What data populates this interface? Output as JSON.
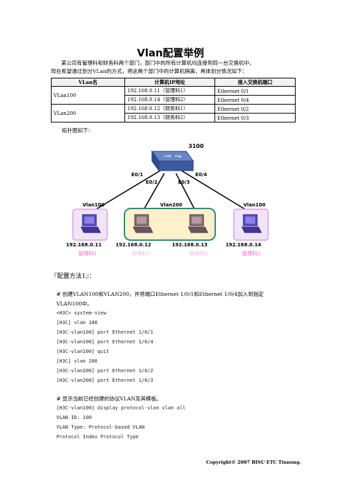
{
  "title": "Vlan配置举例",
  "intro": [
    "某公司有管理科和财务科两个部门，部门中的所有计算机均连接到同一台交换机中，",
    "现在希望通过划分VLan的方式，将这两个部门中的计算机隔离，具体划分情况如下："
  ],
  "table": {
    "headers": [
      "VLan名",
      "计算机IP地址",
      "接入交换机端口"
    ],
    "groups": [
      {
        "vlan": "VLan100",
        "rows": [
          {
            "ip": "192.168.0.11（管理科1）",
            "port": "Ethernet 0/1"
          },
          {
            "ip": "192.168.0.14（管理科2）",
            "port": "Ethernet 0/4"
          }
        ]
      },
      {
        "vlan": "VLan200",
        "rows": [
          {
            "ip": "192.168.0.12（财务科1）",
            "port": "Ethernet 0/2"
          },
          {
            "ip": "192.168.0.13（财务科2）",
            "port": "Ethernet 0/3"
          }
        ]
      }
    ]
  },
  "topology_label": "拓扑图如下：",
  "topology": {
    "switch_name": "3100",
    "ports": [
      "E0/1",
      "E0/2",
      "E0/3",
      "E0/4"
    ],
    "vlan_labels": [
      "Vlan100",
      "Vlan200",
      "Vlan100"
    ],
    "hosts": [
      {
        "ip": "192.168.0.11",
        "dept": "管理科1"
      },
      {
        "ip": "192.168.0.12",
        "dept": "财务科1"
      },
      {
        "ip": "192.168.0.13",
        "dept": "财务科2"
      },
      {
        "ip": "192.168.0.14",
        "dept": "管理科2"
      }
    ],
    "colors": {
      "mgmt_dept": "#ff66cc",
      "fin_dept": "#ffb0d8",
      "vlan200_border": "#2e8b7a",
      "vlan100_border": "#d8a0e8"
    }
  },
  "method_heading": "『配置方法1』：",
  "lines": [
    "# 创建VLAN100和VLAN200，并将端口Ethernet 1/0/1和Ethernet 1/0/4加入到指定",
    "VLAN100中。",
    "<H3C> system-view",
    "[H3C] vlan 100",
    "[H3C-vlan100] port Ethernet 1/0/1",
    "[H3C-vlan100] port Ethernet 1/0/4",
    "[H3C-vlan100] quit",
    "[H3C] vlan 200",
    "[H3C-vlan200] port Ethernet 1/0/2",
    "[H3C-vlan200] port Ethernet 1/0/3",
    "# 显示当前已经创建的协议VLAN及其模板。",
    "[H3C-vlan100] display protocol-vlan vlan all",
    "VLAN ID: 100",
    "VLAN Type: Protocol-based VLAN",
    "Protocol Index Protocol Type"
  ],
  "footer": "Copyright© 2007 BISU ETC Tinnong."
}
